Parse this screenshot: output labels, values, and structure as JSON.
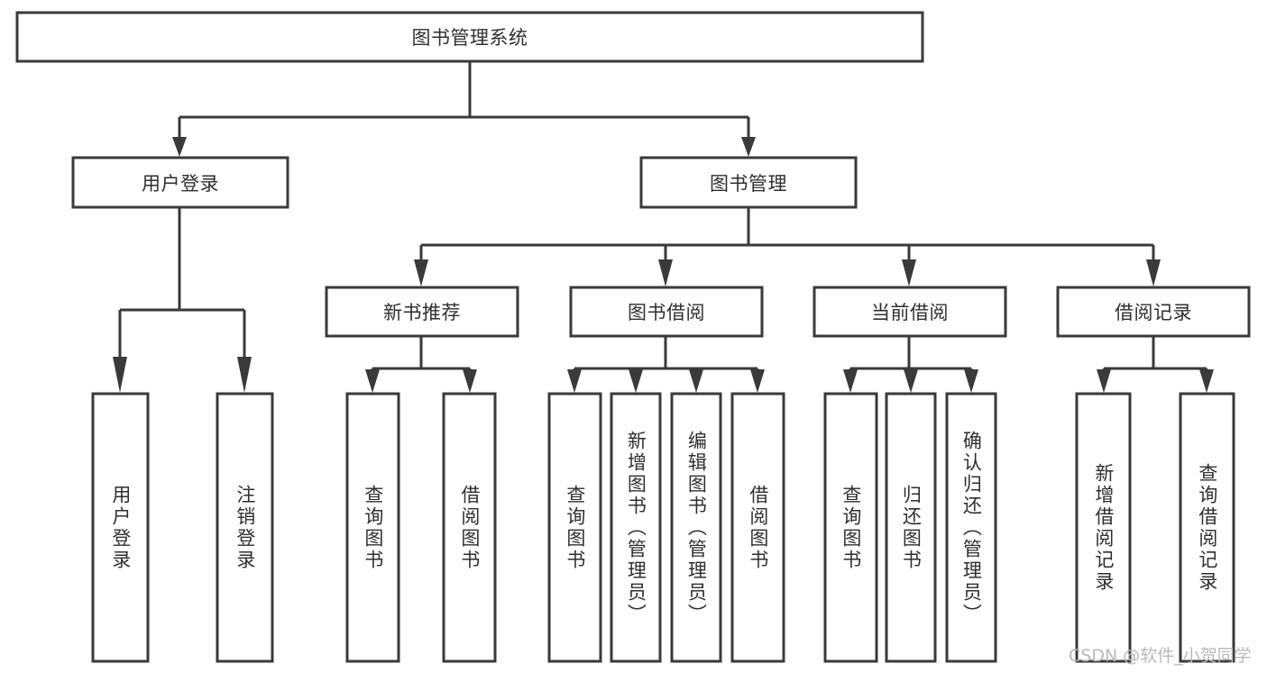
{
  "diagram": {
    "title": "图书管理系统",
    "type": "hierarchy-tree",
    "watermark": "CSDN @软件_小贺同学",
    "colors": {
      "box_stroke": "#3a3a3a",
      "box_fill": "#ffffff",
      "text": "#2f2f2f",
      "background": "#ffffff",
      "watermark": "#b9b9b9"
    },
    "levels": {
      "root": {
        "label": "图书管理系统"
      },
      "level2": [
        {
          "id": "user-login",
          "label": "用户登录"
        },
        {
          "id": "book-manage",
          "label": "图书管理"
        }
      ],
      "level3": [
        {
          "id": "new-book-recommend",
          "label": "新书推荐",
          "parent": "book-manage"
        },
        {
          "id": "book-borrow",
          "label": "图书借阅",
          "parent": "book-manage"
        },
        {
          "id": "current-borrow",
          "label": "当前借阅",
          "parent": "book-manage"
        },
        {
          "id": "borrow-record",
          "label": "借阅记录",
          "parent": "book-manage"
        }
      ],
      "leaves": [
        {
          "id": "leaf-user-login",
          "label": "用户登录",
          "parent": "user-login"
        },
        {
          "id": "leaf-logout",
          "label": "注销登录",
          "parent": "user-login"
        },
        {
          "id": "leaf-query-book-1",
          "label": "查询图书",
          "parent": "new-book-recommend"
        },
        {
          "id": "leaf-borrow-book-1",
          "label": "借阅图书",
          "parent": "new-book-recommend"
        },
        {
          "id": "leaf-query-book-2",
          "label": "查询图书",
          "parent": "book-borrow"
        },
        {
          "id": "leaf-add-book",
          "label": "新增图书（管理员）",
          "parent": "book-borrow"
        },
        {
          "id": "leaf-edit-book",
          "label": "编辑图书（管理员）",
          "parent": "book-borrow"
        },
        {
          "id": "leaf-borrow-book-2",
          "label": "借阅图书",
          "parent": "book-borrow"
        },
        {
          "id": "leaf-query-book-3",
          "label": "查询图书",
          "parent": "current-borrow"
        },
        {
          "id": "leaf-return-book",
          "label": "归还图书",
          "parent": "current-borrow"
        },
        {
          "id": "leaf-confirm-return",
          "label": "确认归还（管理员）",
          "parent": "current-borrow"
        },
        {
          "id": "leaf-add-record",
          "label": "新增借阅记录",
          "parent": "borrow-record"
        },
        {
          "id": "leaf-query-record",
          "label": "查询借阅记录",
          "parent": "borrow-record"
        }
      ]
    }
  }
}
